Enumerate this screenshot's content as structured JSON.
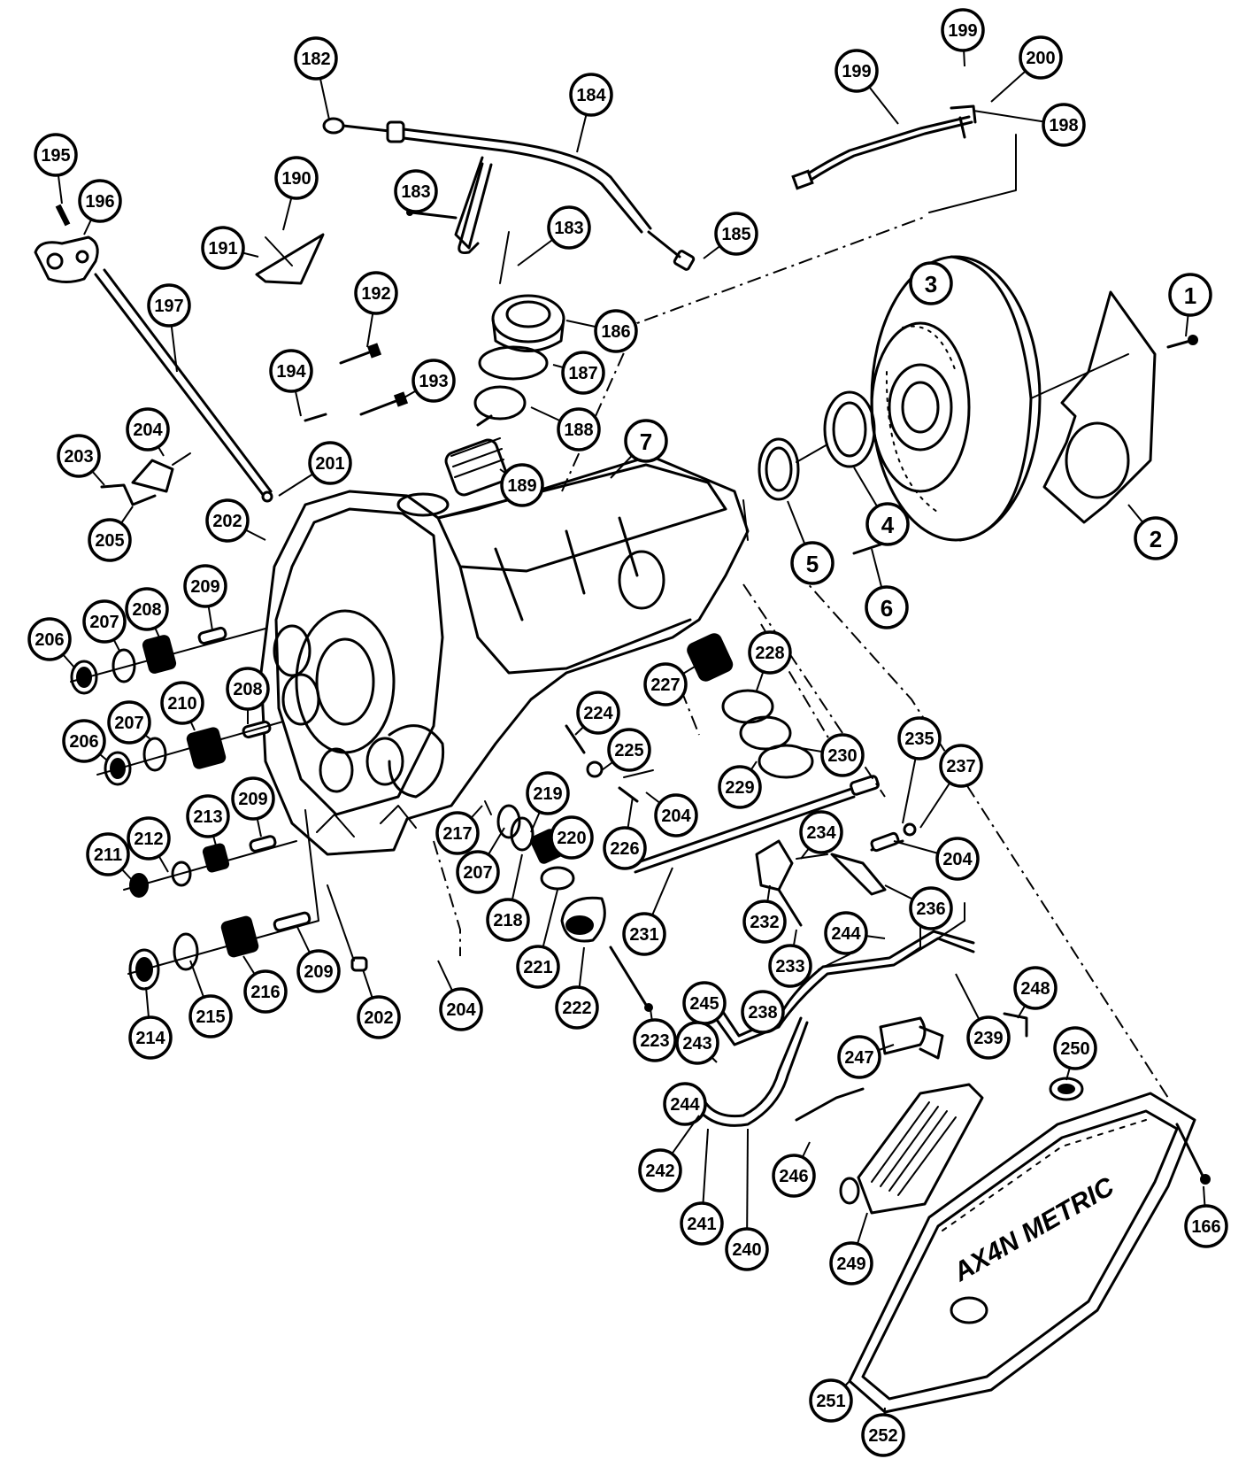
{
  "diagram": {
    "pan_label": "AX4N METRIC",
    "callouts": [
      {
        "id": "c182",
        "label": "182"
      },
      {
        "id": "c184",
        "label": "184"
      },
      {
        "id": "c199a",
        "label": "199"
      },
      {
        "id": "c200",
        "label": "200"
      },
      {
        "id": "c199b",
        "label": "199"
      },
      {
        "id": "c198",
        "label": "198"
      },
      {
        "id": "c195",
        "label": "195"
      },
      {
        "id": "c196",
        "label": "196"
      },
      {
        "id": "c190",
        "label": "190"
      },
      {
        "id": "c183a",
        "label": "183"
      },
      {
        "id": "c191",
        "label": "191"
      },
      {
        "id": "c185",
        "label": "185"
      },
      {
        "id": "c183b",
        "label": "183"
      },
      {
        "id": "c3",
        "label": "3"
      },
      {
        "id": "c1",
        "label": "1"
      },
      {
        "id": "c197",
        "label": "197"
      },
      {
        "id": "c192",
        "label": "192"
      },
      {
        "id": "c186",
        "label": "186"
      },
      {
        "id": "c194",
        "label": "194"
      },
      {
        "id": "c187",
        "label": "187"
      },
      {
        "id": "c193",
        "label": "193"
      },
      {
        "id": "c188",
        "label": "188"
      },
      {
        "id": "c204a",
        "label": "204"
      },
      {
        "id": "c7",
        "label": "7"
      },
      {
        "id": "c203",
        "label": "203"
      },
      {
        "id": "c201",
        "label": "201"
      },
      {
        "id": "c189",
        "label": "189"
      },
      {
        "id": "c4",
        "label": "4"
      },
      {
        "id": "c2",
        "label": "2"
      },
      {
        "id": "c205",
        "label": "205"
      },
      {
        "id": "c202a",
        "label": "202"
      },
      {
        "id": "c5",
        "label": "5"
      },
      {
        "id": "c6",
        "label": "6"
      },
      {
        "id": "c209a",
        "label": "209"
      },
      {
        "id": "c208a",
        "label": "208"
      },
      {
        "id": "c207a",
        "label": "207"
      },
      {
        "id": "c206a",
        "label": "206"
      },
      {
        "id": "c228",
        "label": "228"
      },
      {
        "id": "c227",
        "label": "227"
      },
      {
        "id": "c210",
        "label": "210"
      },
      {
        "id": "c208b",
        "label": "208"
      },
      {
        "id": "c207b",
        "label": "207"
      },
      {
        "id": "c224",
        "label": "224"
      },
      {
        "id": "c206b",
        "label": "206"
      },
      {
        "id": "c235",
        "label": "235"
      },
      {
        "id": "c237",
        "label": "237"
      },
      {
        "id": "c225",
        "label": "225"
      },
      {
        "id": "c230",
        "label": "230"
      },
      {
        "id": "c229",
        "label": "229"
      },
      {
        "id": "c219",
        "label": "219"
      },
      {
        "id": "c209b",
        "label": "209"
      },
      {
        "id": "c204b",
        "label": "204"
      },
      {
        "id": "c213",
        "label": "213"
      },
      {
        "id": "c217",
        "label": "217"
      },
      {
        "id": "c220",
        "label": "220"
      },
      {
        "id": "c212",
        "label": "212"
      },
      {
        "id": "c226",
        "label": "226"
      },
      {
        "id": "c234",
        "label": "234"
      },
      {
        "id": "c204c",
        "label": "204"
      },
      {
        "id": "c211",
        "label": "211"
      },
      {
        "id": "c207c",
        "label": "207"
      },
      {
        "id": "c236",
        "label": "236"
      },
      {
        "id": "c218",
        "label": "218"
      },
      {
        "id": "c231",
        "label": "231"
      },
      {
        "id": "c232",
        "label": "232"
      },
      {
        "id": "c244a",
        "label": "244"
      },
      {
        "id": "c233",
        "label": "233"
      },
      {
        "id": "c209c",
        "label": "209"
      },
      {
        "id": "c221",
        "label": "221"
      },
      {
        "id": "c216",
        "label": "216"
      },
      {
        "id": "c202b",
        "label": "202"
      },
      {
        "id": "c222",
        "label": "222"
      },
      {
        "id": "c204d",
        "label": "204"
      },
      {
        "id": "c248",
        "label": "248"
      },
      {
        "id": "c215",
        "label": "215"
      },
      {
        "id": "c245",
        "label": "245"
      },
      {
        "id": "c238",
        "label": "238"
      },
      {
        "id": "c214",
        "label": "214"
      },
      {
        "id": "c239",
        "label": "239"
      },
      {
        "id": "c223",
        "label": "223"
      },
      {
        "id": "c243",
        "label": "243"
      },
      {
        "id": "c247",
        "label": "247"
      },
      {
        "id": "c250",
        "label": "250"
      },
      {
        "id": "c244b",
        "label": "244"
      },
      {
        "id": "c242",
        "label": "242"
      },
      {
        "id": "c246",
        "label": "246"
      },
      {
        "id": "c166",
        "label": "166"
      },
      {
        "id": "c241",
        "label": "241"
      },
      {
        "id": "c240",
        "label": "240"
      },
      {
        "id": "c249",
        "label": "249"
      },
      {
        "id": "c251",
        "label": "251"
      },
      {
        "id": "c252",
        "label": "252"
      }
    ]
  }
}
